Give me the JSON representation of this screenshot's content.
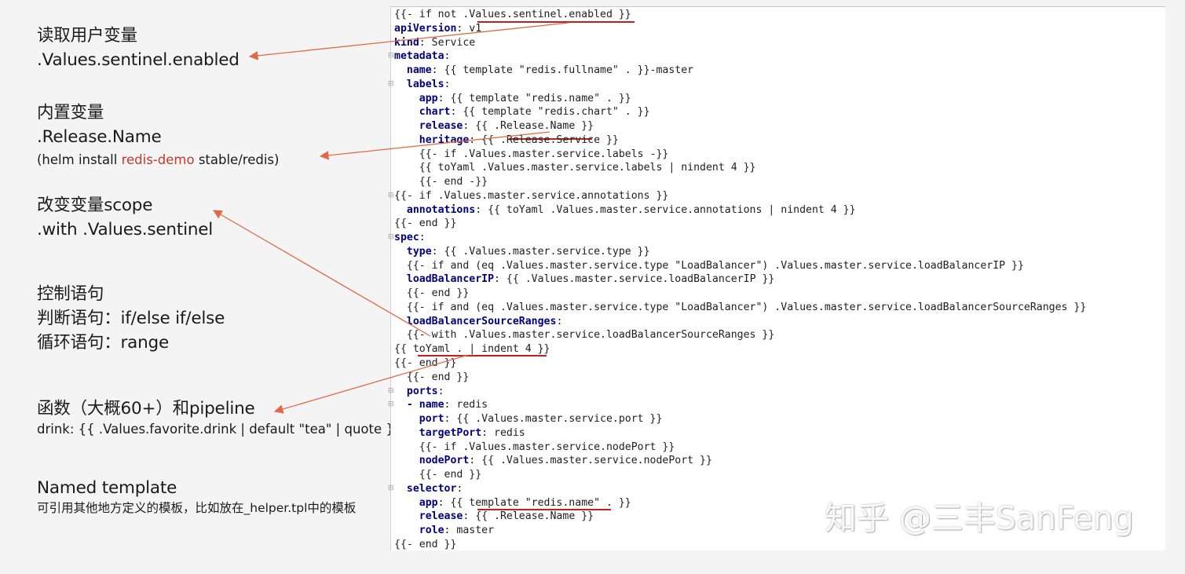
{
  "left_notes": {
    "user_vars": {
      "title": "读取用户变量",
      "line1": ".Values.sentinel.enabled"
    },
    "builtin_vars": {
      "title": "内置变量",
      "line1": ".Release.Name",
      "helm_prefix": "(helm install ",
      "helm_highlight": "redis-demo",
      "helm_suffix": " stable/redis)"
    },
    "scope": {
      "title": "改变变量scope",
      "line1": ".with .Values.sentinel"
    },
    "control": {
      "title": "控制语句",
      "line1": "判断语句：if/else if/else",
      "line2": "循环语句：range"
    },
    "functions": {
      "title": "函数（大概60+）和pipeline",
      "line1": "drink: {{ .Values.favorite.drink | default \"tea\" | quote }}"
    },
    "named_template": {
      "title": "Named template",
      "line1": "可引用其他地方定义的模板，比如放在_helper.tpl中的模板"
    }
  },
  "code_lines": [
    {
      "k": "",
      "t": "{{- if not .Values.sentinel.enabled }}"
    },
    {
      "k": "apiVersion",
      "t": ": v1"
    },
    {
      "k": "kind",
      "t": ": Service"
    },
    {
      "k": "metadata",
      "t": ":"
    },
    {
      "k": "  name",
      "t": ": {{ template \"redis.fullname\" . }}-master"
    },
    {
      "k": "  labels",
      "t": ":"
    },
    {
      "k": "    app",
      "t": ": {{ template \"redis.name\" . }}"
    },
    {
      "k": "    chart",
      "t": ": {{ template \"redis.chart\" . }}"
    },
    {
      "k": "    release",
      "t": ": {{ .Release.Name }}"
    },
    {
      "k": "    heritage",
      "t": ": {{ .Release.Service }}"
    },
    {
      "k": "",
      "t": "    {{- if .Values.master.service.labels -}}"
    },
    {
      "k": "",
      "t": "    {{ toYaml .Values.master.service.labels | nindent 4 }}"
    },
    {
      "k": "",
      "t": "    {{- end -}}"
    },
    {
      "k": "",
      "t": "{{- if .Values.master.service.annotations }}"
    },
    {
      "k": "  annotations",
      "t": ": {{ toYaml .Values.master.service.annotations | nindent 4 }}"
    },
    {
      "k": "",
      "t": "{{- end }}"
    },
    {
      "k": "spec",
      "t": ":"
    },
    {
      "k": "  type",
      "t": ": {{ .Values.master.service.type }}"
    },
    {
      "k": "",
      "t": "  {{- if and (eq .Values.master.service.type \"LoadBalancer\") .Values.master.service.loadBalancerIP }}"
    },
    {
      "k": "  loadBalancerIP",
      "t": ": {{ .Values.master.service.loadBalancerIP }}"
    },
    {
      "k": "",
      "t": "  {{- end }}"
    },
    {
      "k": "",
      "t": "  {{- if and (eq .Values.master.service.type \"LoadBalancer\") .Values.master.service.loadBalancerSourceRanges }}"
    },
    {
      "k": "  loadBalancerSourceRanges",
      "t": ":"
    },
    {
      "k": "",
      "t": "  {{- with .Values.master.service.loadBalancerSourceRanges }}"
    },
    {
      "k": "",
      "t": "{{ toYaml . | indent 4 }}"
    },
    {
      "k": "",
      "t": "{{- end }}"
    },
    {
      "k": "",
      "t": "  {{- end }}"
    },
    {
      "k": "  ports",
      "t": ":"
    },
    {
      "k": "  - name",
      "t": ": redis"
    },
    {
      "k": "    port",
      "t": ": {{ .Values.master.service.port }}"
    },
    {
      "k": "    targetPort",
      "t": ": redis"
    },
    {
      "k": "",
      "t": "    {{- if .Values.master.service.nodePort }}"
    },
    {
      "k": "    nodePort",
      "t": ": {{ .Values.master.service.nodePort }}"
    },
    {
      "k": "",
      "t": "    {{- end }}"
    },
    {
      "k": "  selector",
      "t": ":"
    },
    {
      "k": "    app",
      "t": ": {{ template \"redis.name\" . }}"
    },
    {
      "k": "    release",
      "t": ": {{ .Release.Name }}"
    },
    {
      "k": "    role",
      "t": ": master"
    },
    {
      "k": "",
      "t": "{{- end }}"
    }
  ],
  "watermark": "知乎 @三丰SanFeng",
  "colors": {
    "background": "#f4f4f4",
    "annotation_red": "#c0221b",
    "arrow": "#e06a45",
    "highlight_text": "#c0392b"
  }
}
